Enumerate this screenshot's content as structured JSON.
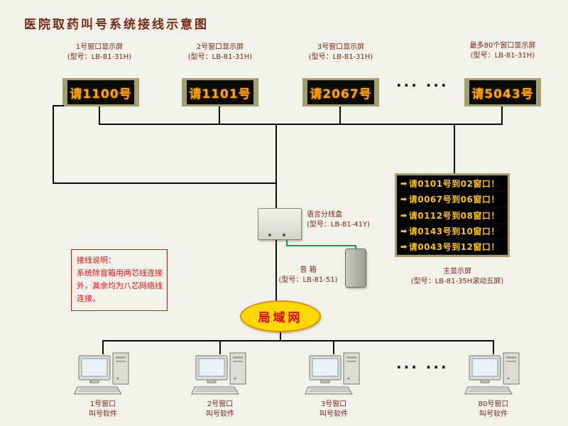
{
  "title": "医院取药叫号系统接线示意图",
  "displays": [
    {
      "label1": "1号窗口显示屏",
      "label2": "(型号：LB-81-31H)",
      "text": "请1100号"
    },
    {
      "label1": "2号窗口显示屏",
      "label2": "(型号：LB-81-31H)",
      "text": "请1101号"
    },
    {
      "label1": "3号窗口显示屏",
      "label2": "(型号：LB-81-31H)",
      "text": "请2067号"
    },
    {
      "label1": "最多80个窗口显示屏",
      "label2": "(型号：LB-81-31H)",
      "text": "请5043号"
    }
  ],
  "ellipsis_top": "··· ···",
  "ellipsis_bottom": "··· ···",
  "splitter": {
    "name": "语言分线盒",
    "model": "(型号：LB-81-41Y)"
  },
  "speaker": {
    "name": "音  箱",
    "model": "(型号：LB-81-51)"
  },
  "main_display": {
    "arrow": "➡",
    "rows": [
      "请0101号到02窗口！",
      "请0067号到06窗口！",
      "请0112号到08窗口！",
      "请0143号到10窗口！",
      "请0043号到12窗口！"
    ],
    "label1": "主显示屏",
    "label2": "(型号：LB-81-35H滚动五屏)"
  },
  "note": {
    "heading": "接线说明：",
    "line1": "系统除音箱用两芯线连接",
    "line2": "外，其余均为八芯网络线",
    "line3": "连接。"
  },
  "lan": {
    "label": "局域网"
  },
  "computers": [
    {
      "label1": "1号窗口",
      "label2": "叫号软件"
    },
    {
      "label1": "2号窗口",
      "label2": "叫号软件"
    },
    {
      "label1": "3号窗口",
      "label2": "叫号软件"
    },
    {
      "label1": "80号窗口",
      "label2": "叫号软件"
    }
  ],
  "colors": {
    "background": "#f2f1ea",
    "label_text": "#7b2817",
    "led_text": "#ffa400",
    "main_display_text": "#ffc400",
    "note_red": "#ee1010",
    "lan_fill": "#ffd800",
    "lan_text": "#e00000",
    "green_wire": "#00a651",
    "display_frame": "#a2a06e"
  }
}
